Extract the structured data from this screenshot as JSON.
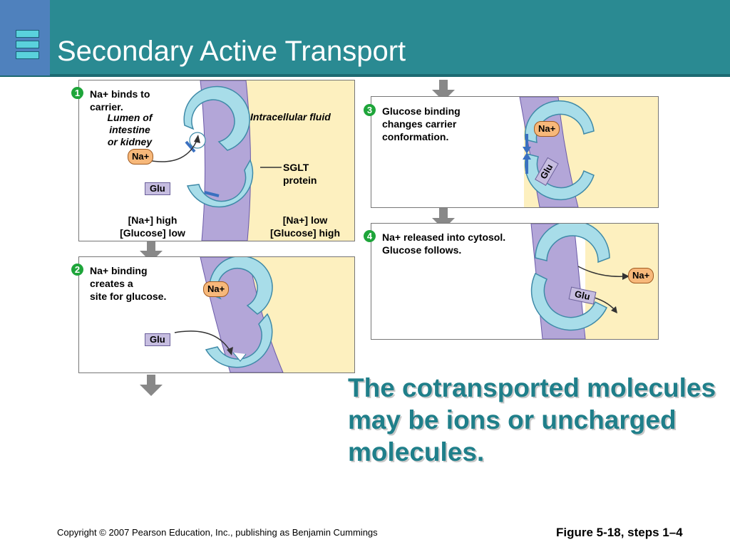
{
  "slide": {
    "title": "Secondary Active Transport",
    "body_text_line1": "The cotransported molecules",
    "body_text_line2": "may be ions or uncharged",
    "body_text_line3": "molecules.",
    "copyright": "Copyright © 2007 Pearson Education, Inc., publishing as Benjamin Cummings",
    "figure_label": "Figure 5-18, steps 1–4"
  },
  "panel1": {
    "step": "1",
    "caption_line1": "Na+ binds to",
    "caption_line2": "carrier.",
    "lumen_line1": "Lumen of",
    "lumen_line2": "intestine",
    "lumen_line3": "or kidney",
    "intracellular": "Intracellular fluid",
    "sglt_line1": "SGLT",
    "sglt_line2": "protein",
    "na": "Na+",
    "glu": "Glu",
    "left_conc_line1": "[Na+] high",
    "left_conc_line2": "[Glucose] low",
    "right_conc_line1": "[Na+] low",
    "right_conc_line2": "[Glucose] high"
  },
  "panel2": {
    "step": "2",
    "caption_line1": "Na+ binding",
    "caption_line2": "creates a",
    "caption_line3": "site for glucose.",
    "na": "Na+",
    "glu": "Glu"
  },
  "panel3": {
    "step": "3",
    "caption_line1": "Glucose binding",
    "caption_line2": "changes carrier",
    "caption_line3": "conformation.",
    "na": "Na+",
    "glu": "Glu"
  },
  "panel4": {
    "step": "4",
    "caption_line1": "Na+ released into cytosol.",
    "caption_line2": "Glucose follows.",
    "na": "Na+",
    "glu": "Glu"
  },
  "colors": {
    "header": "#2a8a92",
    "membrane": "#b3a6d8",
    "intracellular": "#fdf0bf",
    "protein": "#a8dde9",
    "step_badge": "#1ea53a",
    "body_text": "#1f7f8a"
  }
}
